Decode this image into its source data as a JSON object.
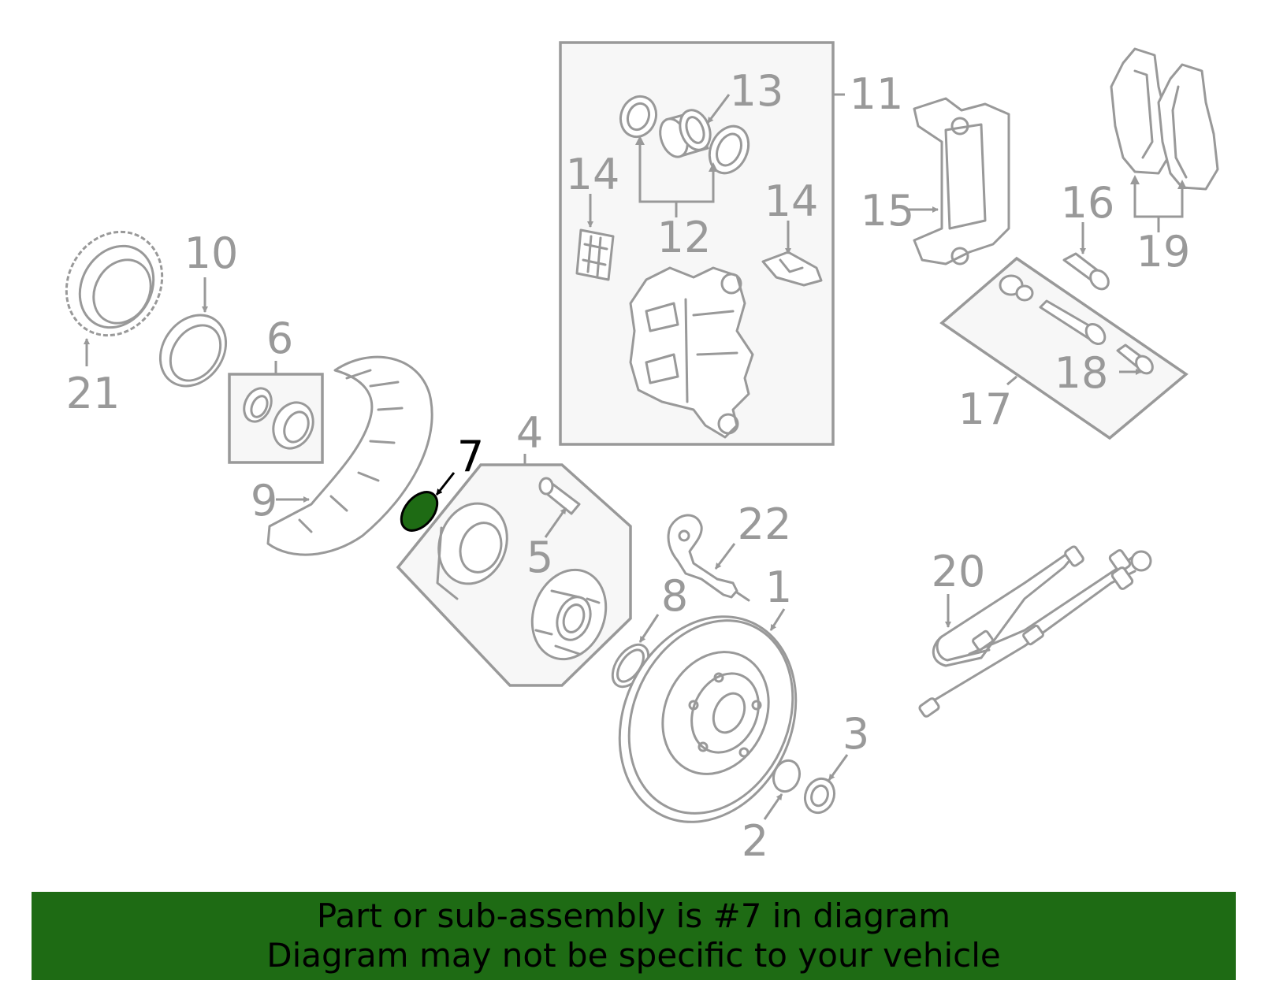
{
  "callouts": {
    "c1": "1",
    "c2": "2",
    "c3": "3",
    "c4": "4",
    "c5": "5",
    "c6": "6",
    "c7": "7",
    "c8": "8",
    "c9": "9",
    "c10": "10",
    "c11": "11",
    "c12": "12",
    "c13": "13",
    "c14a": "14",
    "c14b": "14",
    "c15": "15",
    "c16": "16",
    "c17": "17",
    "c18": "18",
    "c19": "19",
    "c20": "20",
    "c21": "21",
    "c22": "22"
  },
  "highlight": {
    "part_number": "7",
    "color": "#1e6b14"
  },
  "banner": {
    "line1": "Part or sub-assembly is #7 in diagram",
    "line2": "Diagram may not be specific to your vehicle",
    "background": "#1e6b14"
  },
  "colors": {
    "line": "#999999",
    "box_fill": "#f7f7f7"
  }
}
